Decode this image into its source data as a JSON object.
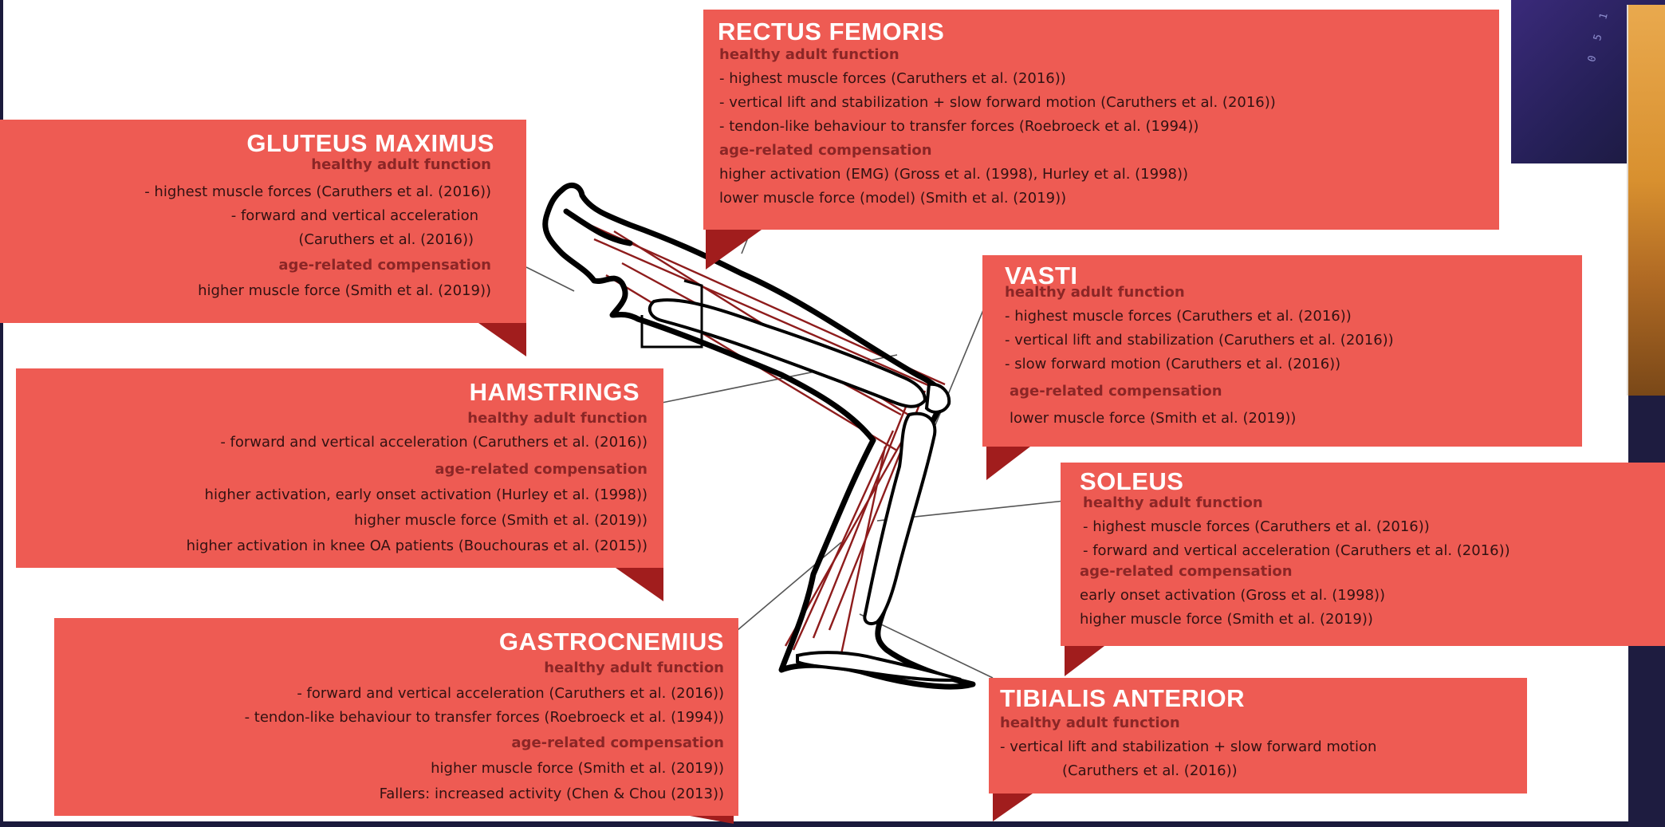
{
  "boxes": {
    "rectus_femoris": {
      "title": "RECTUS FEMORIS",
      "healthy_label": "healthy adult function",
      "healthy": [
        "- highest muscle forces (Caruthers et al. (2016))",
        "- vertical lift and stabilization + slow forward motion (Caruthers et al. (2016))",
        "- tendon-like behaviour to transfer forces (Roebroeck et al. (1994))"
      ],
      "age_label": "age-related compensation",
      "age": [
        "higher activation (EMG) (Gross et al. (1998), Hurley et al. (1998))",
        "lower muscle force (model) (Smith et al. (2019))"
      ]
    },
    "gluteus_maximus": {
      "title": "GLUTEUS MAXIMUS",
      "healthy_label": "healthy adult function",
      "healthy": [
        "- highest muscle forces (Caruthers et al. (2016))",
        "- forward and vertical acceleration",
        "(Caruthers et al. (2016))"
      ],
      "age_label": "age-related compensation",
      "age": [
        "higher muscle force (Smith et al. (2019))"
      ]
    },
    "hamstrings": {
      "title": "HAMSTRINGS",
      "healthy_label": "healthy adult function",
      "healthy": [
        "- forward and vertical acceleration (Caruthers et al. (2016))"
      ],
      "age_label": "age-related compensation",
      "age": [
        "higher activation, early onset activation (Hurley et al. (1998))",
        "higher muscle force (Smith et al. (2019))",
        "higher activation in knee OA patients (Bouchouras et al. (2015))"
      ]
    },
    "gastrocnemius": {
      "title": "GASTROCNEMIUS",
      "healthy_label": "healthy adult function",
      "healthy": [
        "- forward and vertical acceleration (Caruthers et al. (2016))",
        "- tendon-like behaviour to transfer forces (Roebroeck et al. (1994))"
      ],
      "age_label": "age-related compensation",
      "age": [
        "higher muscle force (Smith et al. (2019))",
        "Fallers: increased activity (Chen & Chou (2013))"
      ]
    },
    "vasti": {
      "title": "VASTI",
      "healthy_label": "healthy adult function",
      "healthy": [
        "- highest muscle forces (Caruthers et al. (2016))",
        "- vertical lift and stabilization (Caruthers et al. (2016))",
        "- slow forward motion (Caruthers et al. (2016))"
      ],
      "age_label": "age-related compensation",
      "age": [
        "lower muscle force (Smith et al. (2019))"
      ]
    },
    "soleus": {
      "title": "SOLEUS",
      "healthy_label": "healthy adult function",
      "healthy": [
        "- highest muscle forces (Caruthers et al. (2016))",
        "- forward and vertical acceleration (Caruthers et al. (2016))"
      ],
      "age_label": "age-related compensation",
      "age": [
        "early onset activation  (Gross et al. (1998))",
        "higher muscle force  (Smith et al. (2019))"
      ]
    },
    "tibialis_anterior": {
      "title": "TIBIALIS ANTERIOR",
      "healthy_label": "healthy adult function",
      "healthy": [
        "- vertical lift and stabilization + slow forward motion",
        "(Caruthers et al. (2016))"
      ]
    }
  },
  "colors": {
    "box": "#ee5b53",
    "pointer": "#a11d1d",
    "sublabel": "#8b2626",
    "muscle_line": "#8e1c1c",
    "leg_outline": "#000000",
    "connector": "#555555"
  }
}
